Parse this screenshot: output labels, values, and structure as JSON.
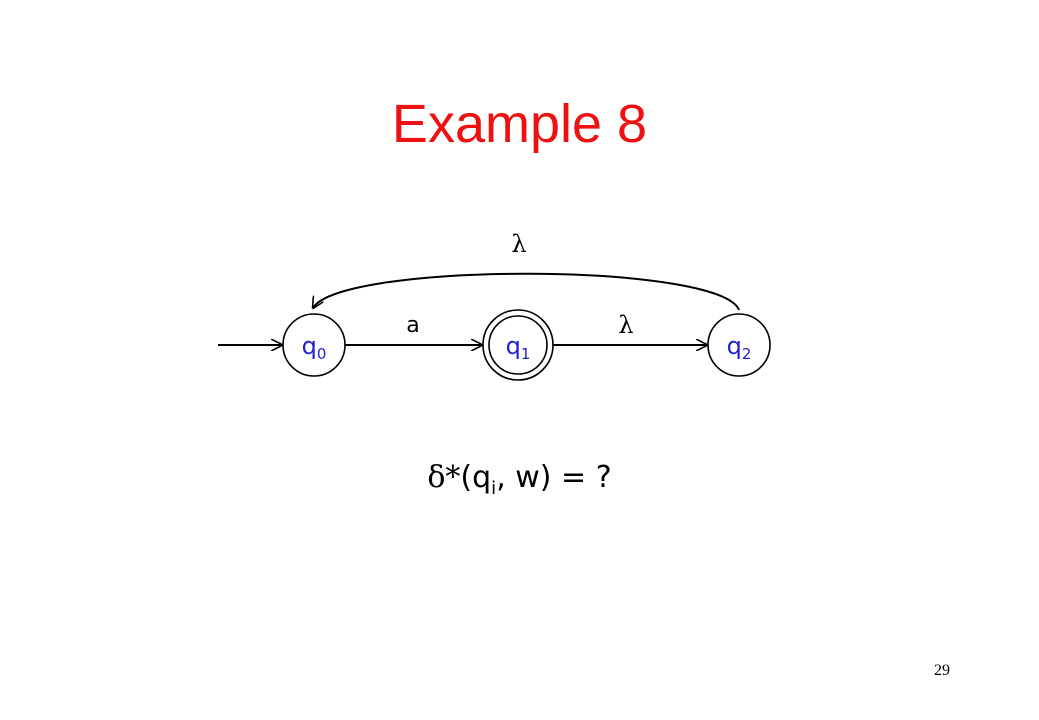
{
  "title": "Example 8",
  "colors": {
    "title": "#ee1111",
    "state_text": "#2222cc",
    "stroke": "#000000"
  },
  "states": [
    {
      "name": "q",
      "sub": "0",
      "initial": true,
      "final": false
    },
    {
      "name": "q",
      "sub": "1",
      "initial": false,
      "final": true
    },
    {
      "name": "q",
      "sub": "2",
      "initial": false,
      "final": false
    }
  ],
  "transitions": [
    {
      "from": "q0",
      "to": "q1",
      "label": "a"
    },
    {
      "from": "q1",
      "to": "q2",
      "label": "λ"
    },
    {
      "from": "q2",
      "to": "q0",
      "label": "λ"
    }
  ],
  "formula": {
    "delta": "δ",
    "star": "*",
    "open": "(q",
    "sub": "i",
    "rest": ", w) = ?"
  },
  "page_number": "29"
}
